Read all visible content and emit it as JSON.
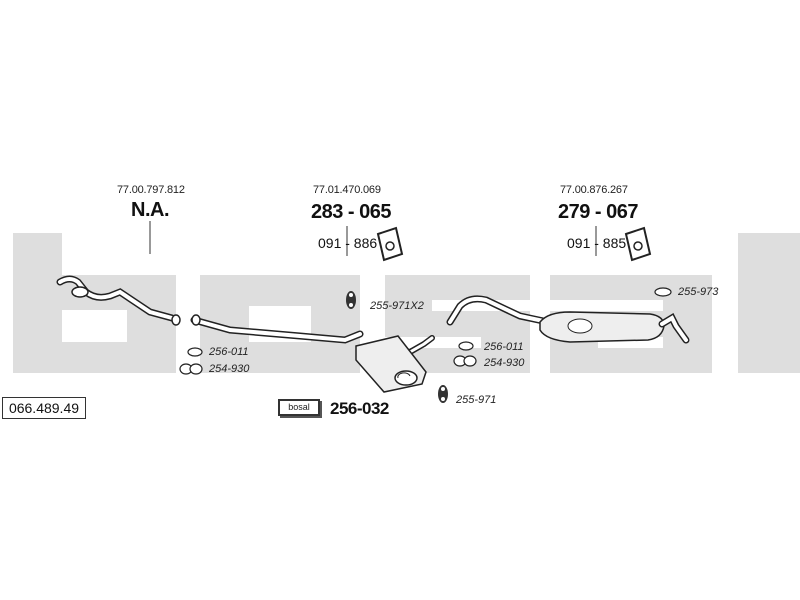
{
  "reference_number": "066.489.49",
  "watermark": {
    "text": "bosal",
    "color": "#dedede"
  },
  "sections": {
    "front": {
      "oem": "77.00.797.812",
      "label": "N.A."
    },
    "middle": {
      "oem": "77.01.470.069",
      "part": "283 - 065",
      "bracket": "091 - 886"
    },
    "rear": {
      "oem": "77.00.876.267",
      "part": "279 - 067",
      "bracket": "091 - 885"
    }
  },
  "small_parts": {
    "front_gasket": "256-011",
    "front_clamp": "254-930",
    "middle_gasket": "256-011",
    "middle_clamp": "254-930",
    "hanger_x2": "255-971X2",
    "hanger_mid": "255-971",
    "hanger_rear": "255-973"
  },
  "mounting_kit": {
    "logo": "bosal",
    "part": "256-032"
  }
}
